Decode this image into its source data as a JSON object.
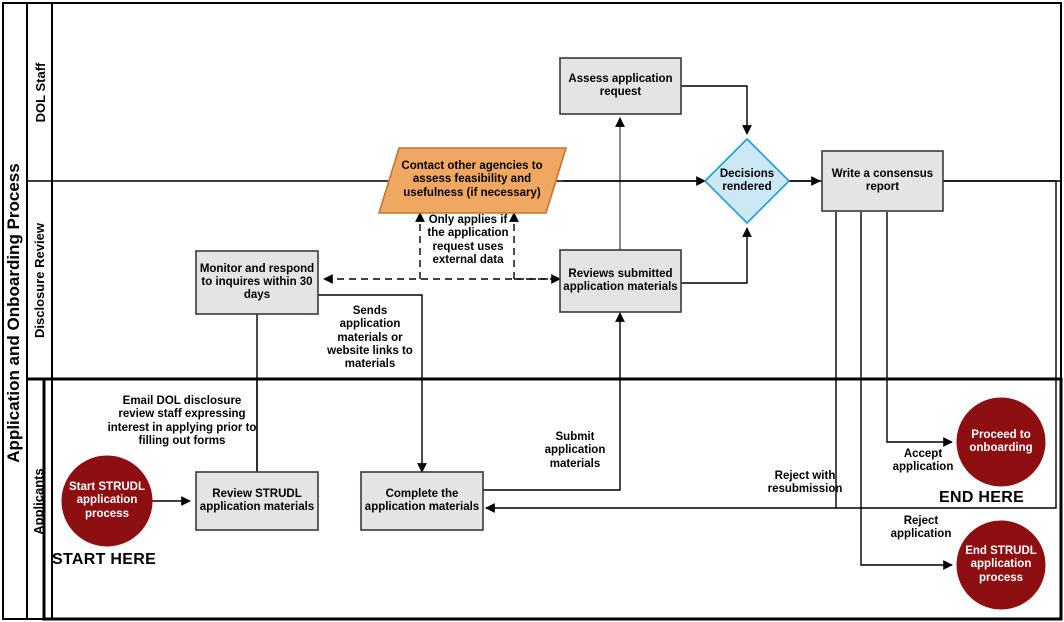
{
  "pool": {
    "title": "Application and Onboarding Process",
    "lanes": [
      {
        "id": "dol-staff",
        "label": "DOL Staff"
      },
      {
        "id": "disclosure-review",
        "label": "Disclosure Review"
      },
      {
        "id": "applicants",
        "label": "Applicants"
      }
    ]
  },
  "colors": {
    "process_fill": "#E6E3E6",
    "process_stroke": "#3A3A3A",
    "decision_fill": "#CCE8F5",
    "decision_stroke": "#1F9CD6",
    "data_fill": "#F0A761",
    "data_stroke": "#C2763A",
    "terminator_fill": "#8E0F11",
    "terminator_text": "#FFFFFF",
    "connector": "#000000",
    "pool_border": "#000000"
  },
  "nodes": {
    "assess_application_request": {
      "label": "Assess application request",
      "shape": "process",
      "lane": "dol-staff"
    },
    "decisions_rendered": {
      "label": "Decisions rendered",
      "shape": "decision",
      "lane": "disclosure-review"
    },
    "write_consensus_report": {
      "label": "Write a consensus report",
      "shape": "process",
      "lane": "disclosure-review"
    },
    "contact_other_agencies": {
      "label": "Contact other agencies to assess feasibility and usefulness (if necessary)",
      "shape": "data",
      "lane": "disclosure-review"
    },
    "monitor_and_respond": {
      "label": "Monitor and respond to inquires within 30 days",
      "shape": "process",
      "lane": "disclosure-review"
    },
    "reviews_submitted_materials": {
      "label": "Reviews submitted application materials",
      "shape": "process",
      "lane": "disclosure-review"
    },
    "start_strudl": {
      "label": "Start STRUDL application process",
      "shape": "terminator",
      "lane": "applicants"
    },
    "review_strudl_materials": {
      "label": "Review STRUDL application materials",
      "shape": "process",
      "lane": "applicants"
    },
    "complete_application_materials": {
      "label": "Complete the application materials",
      "shape": "process",
      "lane": "applicants"
    },
    "proceed_to_onboarding": {
      "label": "Proceed to onboarding",
      "shape": "terminator",
      "lane": "applicants"
    },
    "end_strudl": {
      "label": "End STRUDL application process",
      "shape": "terminator",
      "lane": "applicants"
    }
  },
  "edge_labels": {
    "only_applies": "Only applies if the application request uses external data",
    "sends_materials": "Sends application materials or website links to materials",
    "email_dol": "Email DOL disclosure review staff expressing interest in applying prior to filling out forms",
    "submit_materials": "Submit application materials",
    "reject_with_resubmission": "Reject with resubmission",
    "accept_application": "Accept application",
    "reject_application": "Reject application"
  },
  "markers": {
    "start_here": "START HERE",
    "end_here": "END HERE"
  }
}
